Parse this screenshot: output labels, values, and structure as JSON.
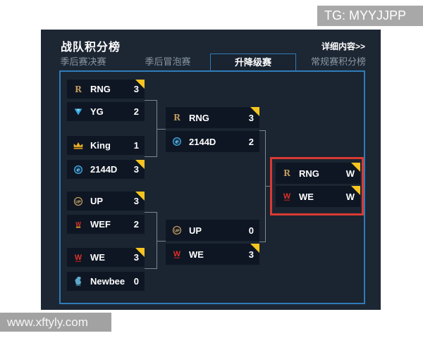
{
  "overlay": {
    "tg_label": "TG: MYYJJPP",
    "watermark": "www.xftyly.com"
  },
  "panel": {
    "title": "战队积分榜",
    "details_link": "详细内容>>",
    "tabs": [
      {
        "label": "季后赛决赛",
        "active": false
      },
      {
        "label": "季后冒泡赛",
        "active": false
      },
      {
        "label": "升降级赛",
        "active": true
      },
      {
        "label": "常规赛积分榜",
        "active": false
      }
    ]
  },
  "bracket": {
    "round1": [
      {
        "team": "RNG",
        "score": "3",
        "winner": true,
        "icon": "rng-logo-icon"
      },
      {
        "team": "YG",
        "score": "2",
        "winner": false,
        "icon": "yg-logo-icon"
      },
      {
        "team": "King",
        "score": "1",
        "winner": false,
        "icon": "king-logo-icon"
      },
      {
        "team": "2144D",
        "score": "3",
        "winner": true,
        "icon": "2144d-logo-icon"
      },
      {
        "team": "UP",
        "score": "3",
        "winner": true,
        "icon": "up-logo-icon"
      },
      {
        "team": "WEF",
        "score": "2",
        "winner": false,
        "icon": "wef-logo-icon"
      },
      {
        "team": "WE",
        "score": "3",
        "winner": true,
        "icon": "we-logo-icon"
      },
      {
        "team": "Newbee",
        "score": "0",
        "winner": false,
        "icon": "newbee-logo-icon"
      }
    ],
    "round2": [
      {
        "team": "RNG",
        "score": "3",
        "winner": true,
        "icon": "rng-logo-icon"
      },
      {
        "team": "2144D",
        "score": "2",
        "winner": false,
        "icon": "2144d-logo-icon"
      },
      {
        "team": "UP",
        "score": "0",
        "winner": false,
        "icon": "up-logo-icon"
      },
      {
        "team": "WE",
        "score": "3",
        "winner": true,
        "icon": "we-logo-icon"
      }
    ],
    "final": [
      {
        "team": "RNG",
        "score": "W",
        "winner": true,
        "icon": "rng-logo-icon"
      },
      {
        "team": "WE",
        "score": "W",
        "winner": true,
        "icon": "we-logo-icon"
      }
    ]
  },
  "colors": {
    "panel_bg": "#1d2633",
    "cell_bg": "#0e1623",
    "accent_blue": "#2e7cb8",
    "winner_yellow": "#f6c51f",
    "final_red": "#d93a32",
    "connector_gray": "#7d8894",
    "tag_gray": "#a8a8a8"
  }
}
